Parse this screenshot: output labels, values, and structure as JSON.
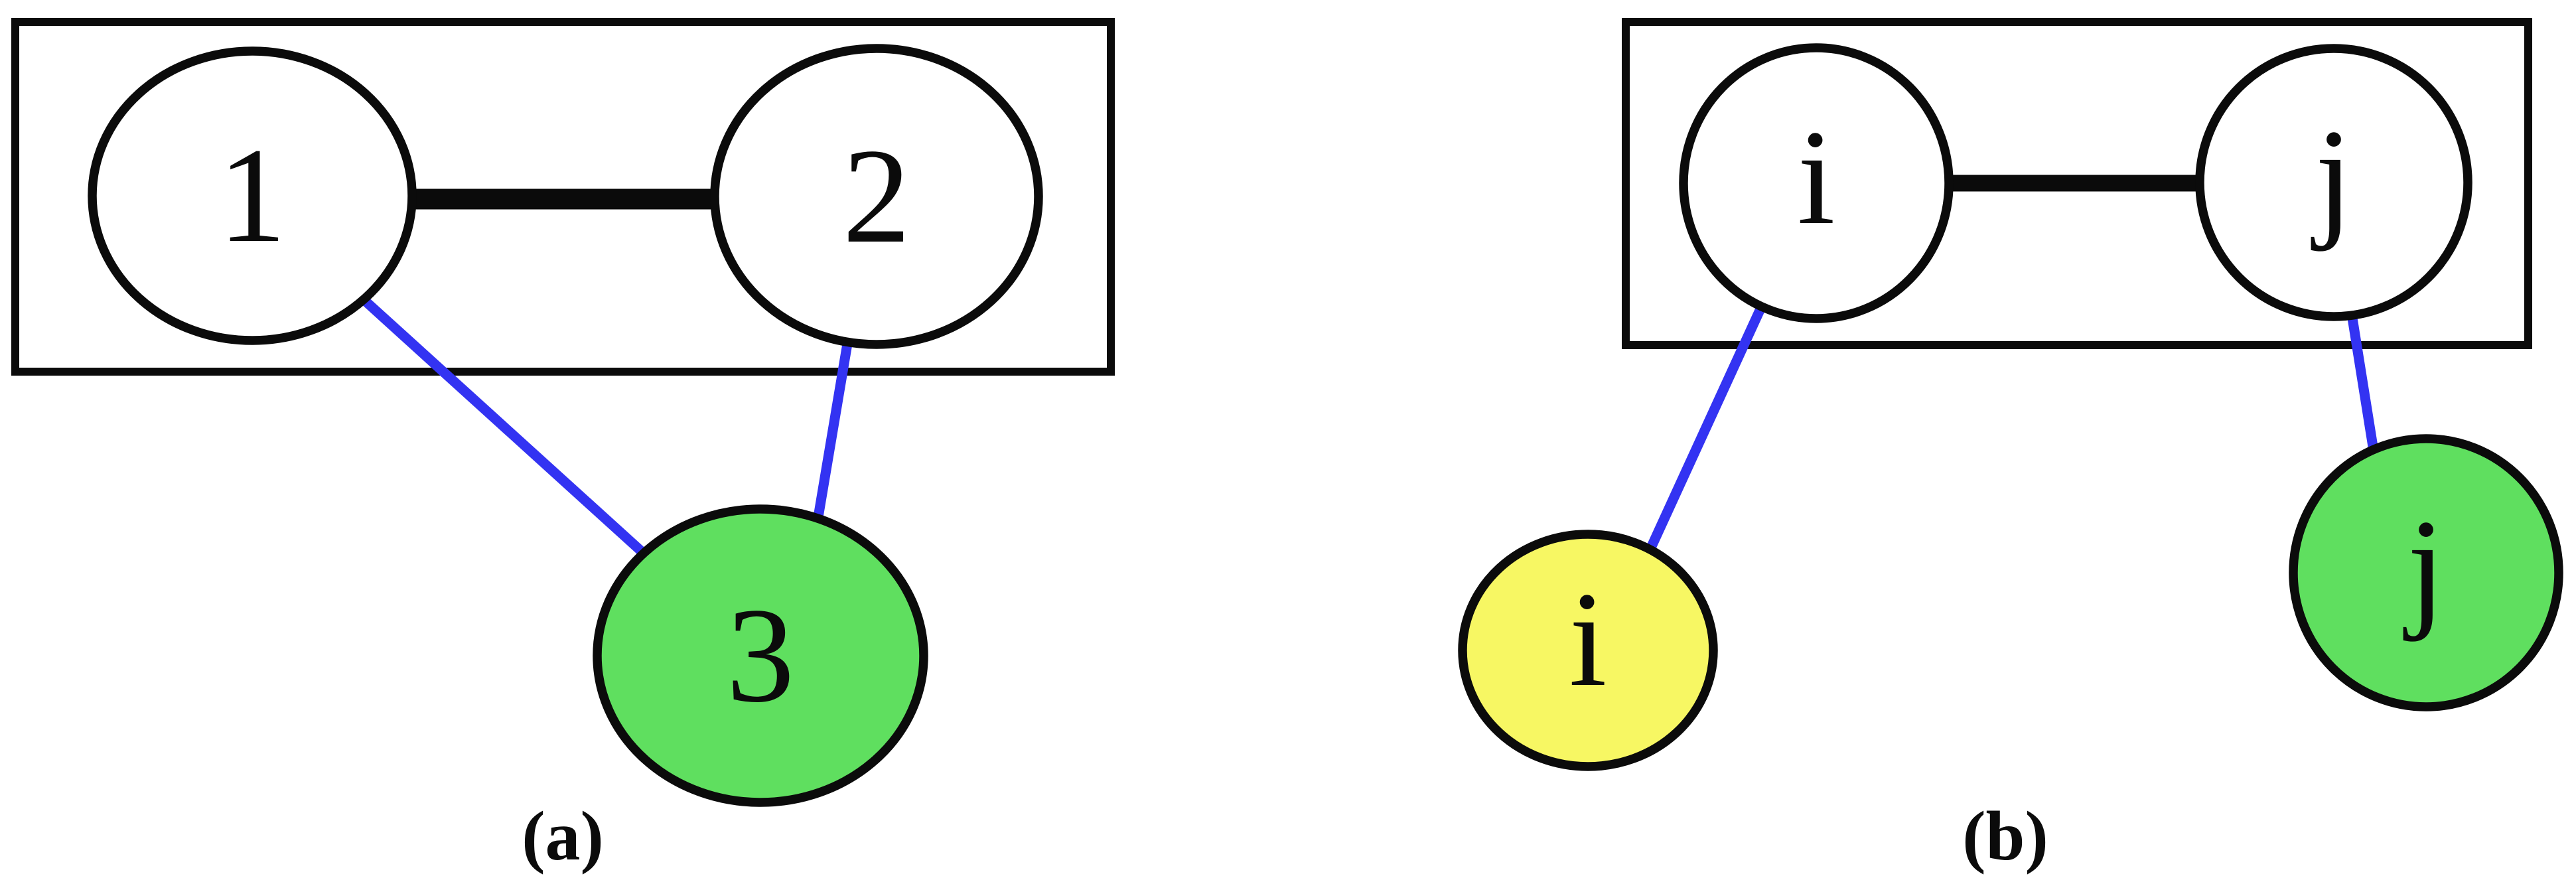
{
  "figure": {
    "background": "#ffffff",
    "ink": "#0b0b0b",
    "colors": {
      "white": "#ffffff",
      "green": "#5fdf5f",
      "yellow": "#f7f763",
      "blue": "#3333f2"
    },
    "panels": {
      "a": {
        "caption": "(a)",
        "n1": "1",
        "n2": "2",
        "n3": "3"
      },
      "b": {
        "caption": "(b)",
        "ni": "i",
        "nj": "j",
        "yi": "i",
        "gj": "j"
      }
    }
  }
}
